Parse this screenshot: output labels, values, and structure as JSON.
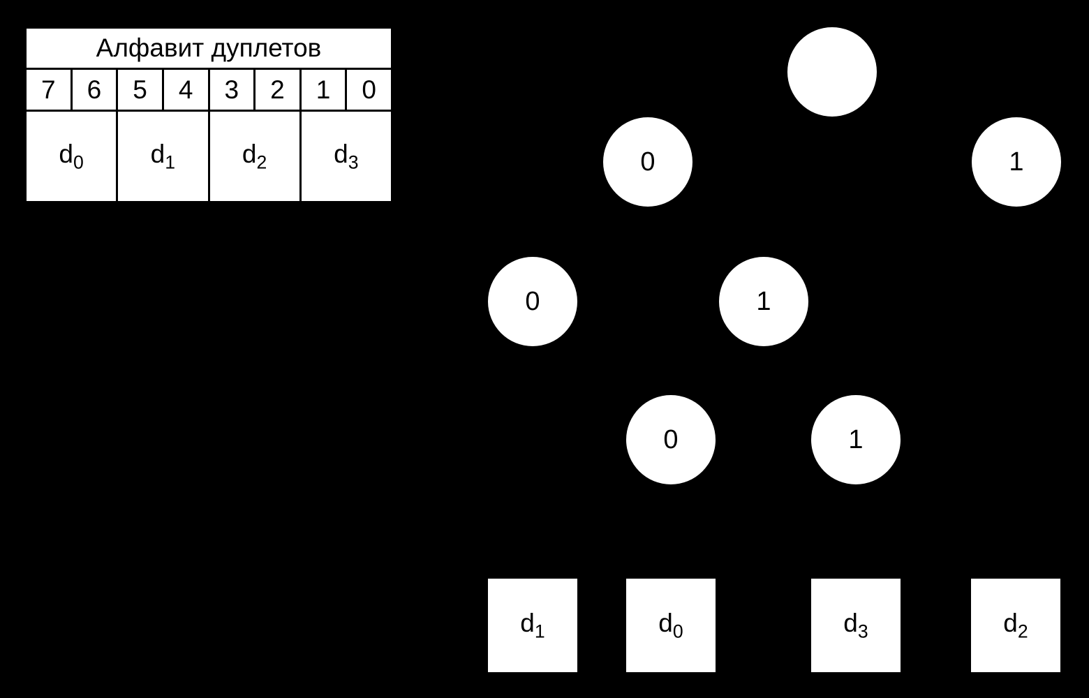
{
  "colors": {
    "background": "#000000",
    "node_fill": "#ffffff",
    "node_text": "#000000",
    "table_fill": "#ffffff",
    "table_border": "#000000"
  },
  "table": {
    "title": "Алфавит дуплетов",
    "bit_cells": [
      "7",
      "6",
      "5",
      "4",
      "3",
      "2",
      "1",
      "0"
    ],
    "symbols": [
      {
        "base": "d",
        "sub": "0"
      },
      {
        "base": "d",
        "sub": "1"
      },
      {
        "base": "d",
        "sub": "2"
      },
      {
        "base": "d",
        "sub": "3"
      }
    ]
  },
  "tree": {
    "circles": [
      {
        "id": "root",
        "label": ""
      },
      {
        "id": "level1-left",
        "label": "0"
      },
      {
        "id": "level1-right",
        "label": "1"
      },
      {
        "id": "level2-left",
        "label": "0"
      },
      {
        "id": "level2-right",
        "label": "1"
      },
      {
        "id": "level3-left",
        "label": "0"
      },
      {
        "id": "level3-right",
        "label": "1"
      }
    ],
    "leaves": [
      {
        "base": "d",
        "sub": "1"
      },
      {
        "base": "d",
        "sub": "0"
      },
      {
        "base": "d",
        "sub": "3"
      },
      {
        "base": "d",
        "sub": "2"
      }
    ]
  }
}
